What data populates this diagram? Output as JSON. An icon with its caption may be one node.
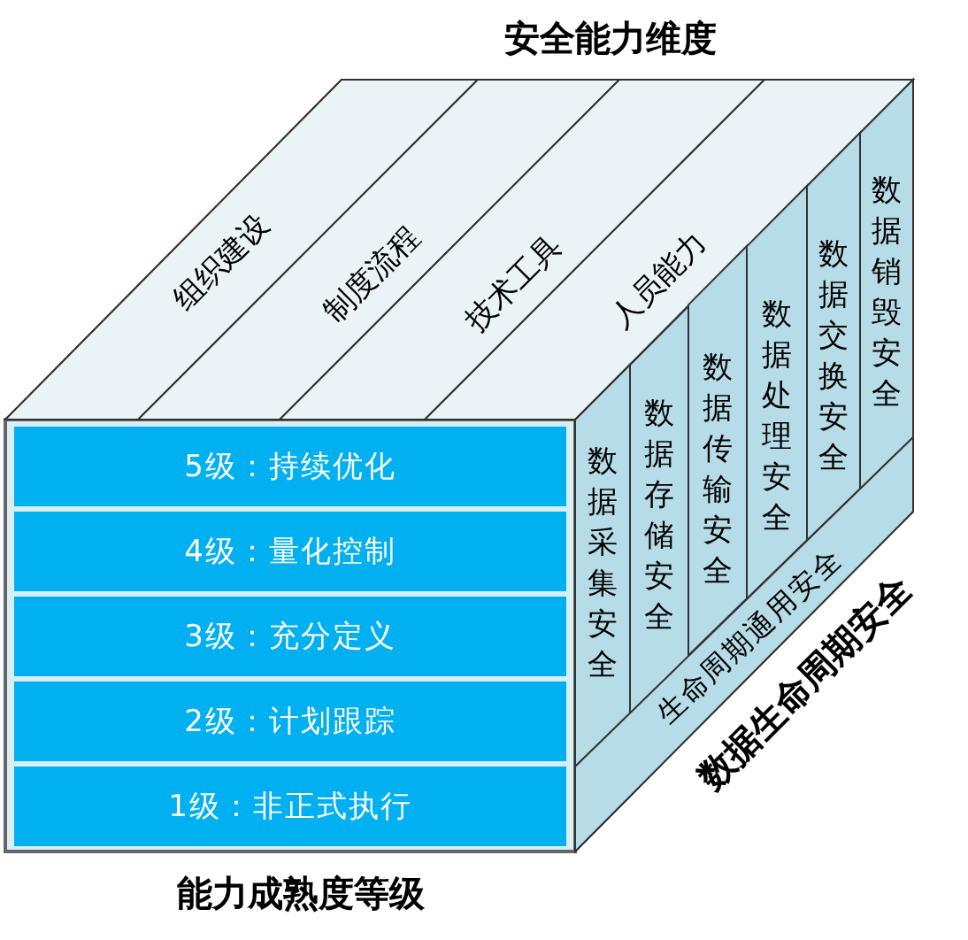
{
  "diagram": {
    "nodes": [
      {
        "text": [
          "5级：持续优化"
        ]
      },
      {
        "text": [
          "4级：量化控制"
        ]
      },
      {
        "text": [
          "3级：充分定义"
        ]
      },
      {
        "text": [
          "2级：计划跟踪"
        ]
      },
      {
        "text": [
          "1级：非正式执行"
        ]
      },
      {
        "text": [
          "组织建设"
        ]
      },
      {
        "text": [
          "制度流程"
        ]
      },
      {
        "text": [
          "技术工具"
        ]
      },
      {
        "text": [
          "人员能力"
        ]
      },
      {
        "text": [
          "数据采集安全"
        ]
      },
      {
        "text": [
          "数据存储安全"
        ]
      },
      {
        "text": [
          "数据传输安全"
        ]
      },
      {
        "text": [
          "数据处理安全"
        ]
      },
      {
        "text": [
          "数据交换安全"
        ]
      },
      {
        "text": [
          "数据销毁安全"
        ]
      },
      {
        "text": [
          "生命周期通用安全"
        ]
      }
    ],
    "labels": [
      "安全能力维度",
      "数据生命周期安全",
      "能力成熟度等级"
    ]
  }
}
